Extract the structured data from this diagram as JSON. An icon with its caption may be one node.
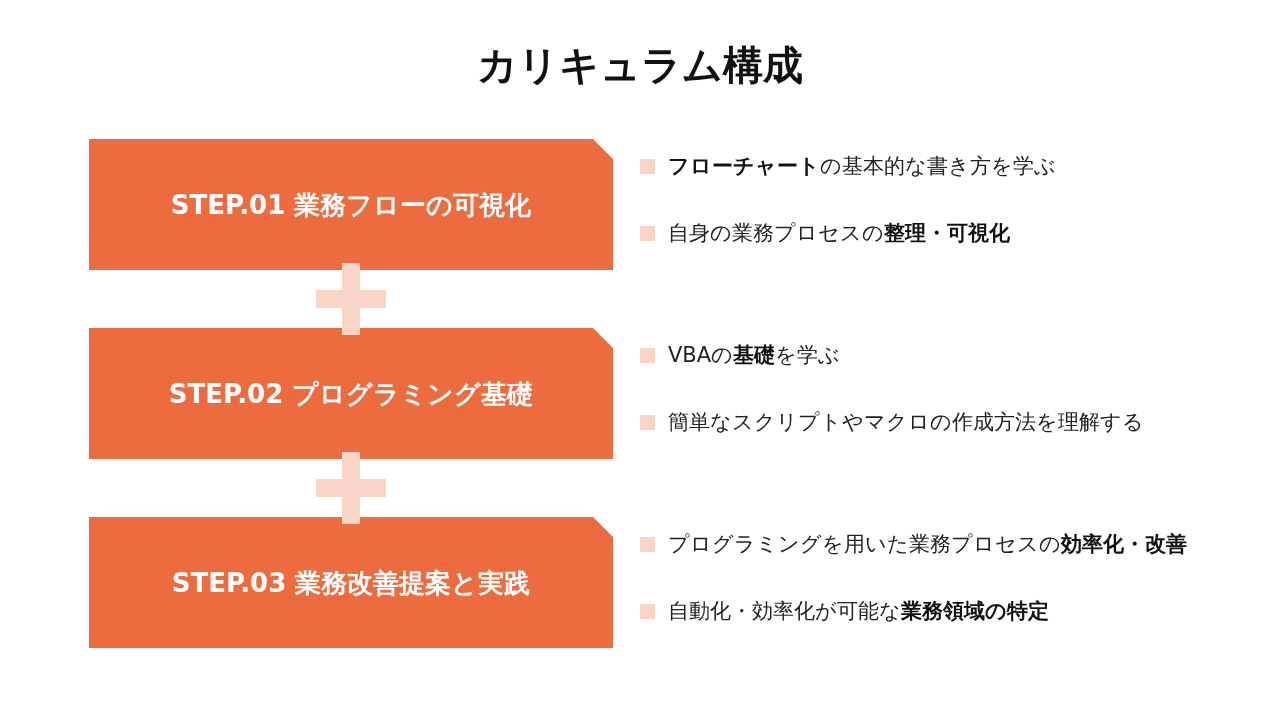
{
  "diagram": {
    "title": "カリキュラム構成",
    "nodes": [
      {
        "text": [
          "STEP.01 業務フローの可視化"
        ],
        "beside": [
          "**フローチャート**の基本的な書き方を学ぶ",
          "自身の業務プロセスの**整理・可視化**"
        ]
      },
      {
        "text": [
          "STEP.02 プログラミング基礎"
        ],
        "beside": [
          "VBAの**基礎**を学ぶ",
          "簡単なスクリプトやマクロの作成方法を理解する"
        ]
      },
      {
        "text": [
          "STEP.03 業務改善提案と実践"
        ],
        "beside": [
          "プログラミングを用いた業務プロセスの**効率化・改善**",
          "自動化・効率化が可能な**業務領域の特定**"
        ]
      }
    ]
  }
}
